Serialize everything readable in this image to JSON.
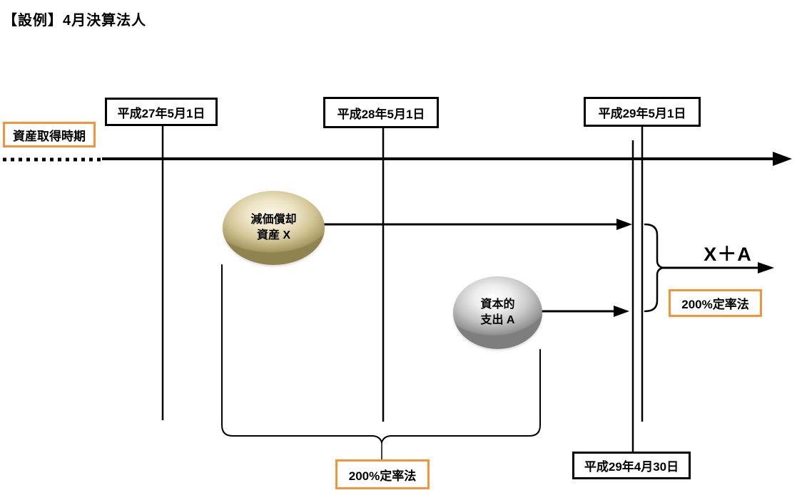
{
  "title": "【設例】4月決算法人",
  "colors": {
    "accent_orange": "#F5953B",
    "line_black": "#000000"
  },
  "timeline": {
    "acquisition_label": "資産取得時期",
    "date_boxes": [
      {
        "label": "平成27年5月1日"
      },
      {
        "label": "平成28年5月1日"
      },
      {
        "label": "平成29年5月1日"
      },
      {
        "label": "平成29年4月30日"
      }
    ]
  },
  "assets": {
    "asset_x": {
      "line1": "減価償却",
      "line2": "資産 X"
    },
    "expenditure_a": {
      "line1": "資本的",
      "line2": "支出 A"
    }
  },
  "annotations": {
    "combined_label": "X＋A",
    "method_right": "200%定率法",
    "method_bottom": "200%定率法"
  }
}
